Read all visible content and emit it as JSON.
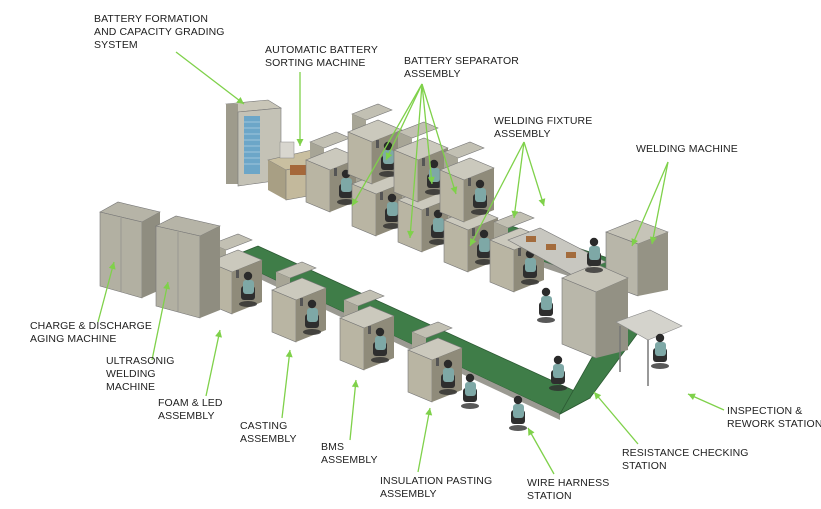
{
  "labels": {
    "battery_formation": [
      "BATTERY FORMATION",
      "AND CAPACITY GRADING",
      "SYSTEM"
    ],
    "automatic_sorting": [
      "AUTOMATIC BATTERY",
      "SORTING MACHINE"
    ],
    "separator_assembly": [
      "BATTERY SEPARATOR",
      "ASSEMBLY"
    ],
    "welding_fixture": [
      "WELDING FIXTURE",
      "ASSEMBLY"
    ],
    "welding_machine": [
      "WELDING MACHINE"
    ],
    "charge_discharge": [
      "CHARGE & DISCHARGE",
      "AGING MACHINE"
    ],
    "ultrasonic_welding": [
      "ULTRASONIG",
      "WELDING",
      "MACHINE"
    ],
    "foam_led": [
      "FOAM & LED",
      "ASSEMBLY"
    ],
    "casting": [
      "CASTING",
      "ASSEMBLY"
    ],
    "bms": [
      "BMS",
      "ASSEMBLY"
    ],
    "insulation_pasting": [
      "INSULATION PASTING",
      "ASSEMBLY"
    ],
    "wire_harness": [
      "WIRE HARNESS",
      "STATION"
    ],
    "resistance_checking": [
      "RESISTANCE CHECKING",
      "STATION"
    ],
    "inspection_rework": [
      "INSPECTION &",
      "REWORK STATION"
    ]
  },
  "colors": {
    "leader": "#7fd14a",
    "cabinet": "#b9b5a3",
    "cabinet_dark": "#8f8b7a",
    "conveyor": "#3f7d48",
    "operator": "#7ea8a6",
    "chair": "#2e2e2e"
  }
}
